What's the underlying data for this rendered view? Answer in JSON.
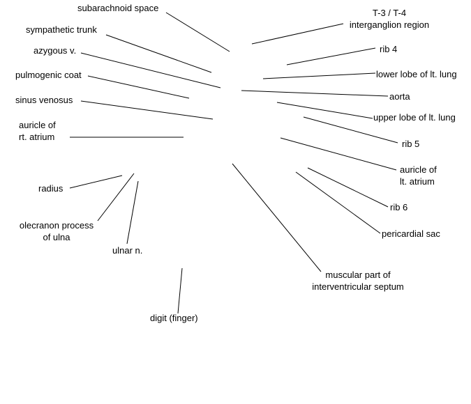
{
  "diagram": {
    "labels": {
      "subarachnoid_space": "subarachnoid space",
      "sympathetic_trunk": "sympathetic trunk",
      "azygous_v": "azygous v.",
      "pulmogenic_coat": "pulmogenic coat",
      "sinus_venosus": "sinus venosus",
      "auricle_rt_atrium": [
        "auricle of",
        "rt. atrium"
      ],
      "radius": "radius",
      "olecranon_process": [
        "olecranon process",
        "of ulna"
      ],
      "ulnar_n": "ulnar n.",
      "digit_finger": "digit (finger)",
      "t3_t4": [
        "T-3 / T-4",
        "interganglion region"
      ],
      "rib_4": "rib 4",
      "lower_lobe_lt_lung": "lower lobe of lt. lung",
      "aorta": "aorta",
      "upper_lobe_lt_lung": "upper lobe of lt. lung",
      "rib_5": "rib 5",
      "auricle_lt_atrium": [
        "auricle of",
        "lt. atrium"
      ],
      "rib_6": "rib 6",
      "pericardial_sac": "pericardial sac",
      "muscular_part_septum": [
        "muscular part of",
        "interventricular septum"
      ]
    },
    "colors": {
      "background": "#ffffff",
      "line": "#000000",
      "text": "#000000"
    }
  }
}
